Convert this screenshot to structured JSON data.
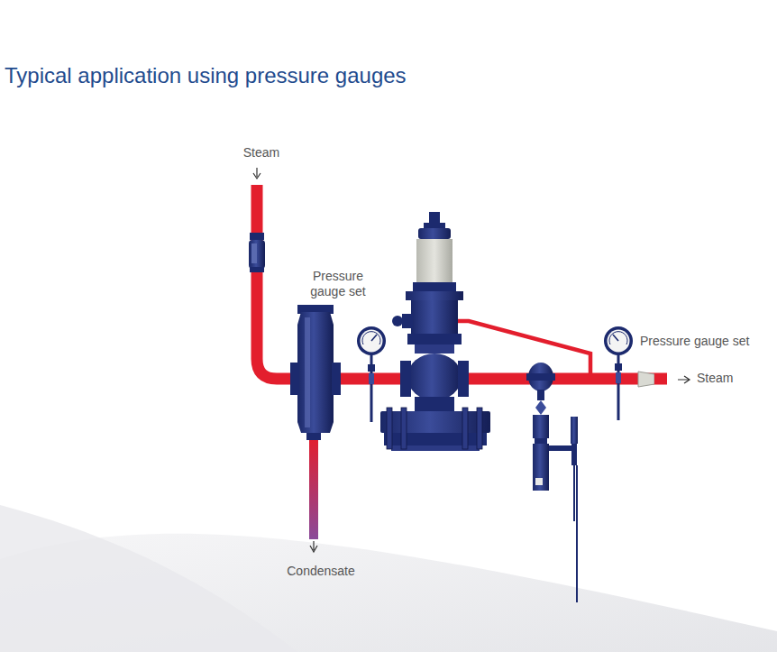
{
  "diagram": {
    "title": "Typical application using pressure gauges",
    "labels": [
      "Steam",
      "Pressure gauge set",
      "Pressure gauge set",
      "Steam",
      "Condensate"
    ]
  }
}
